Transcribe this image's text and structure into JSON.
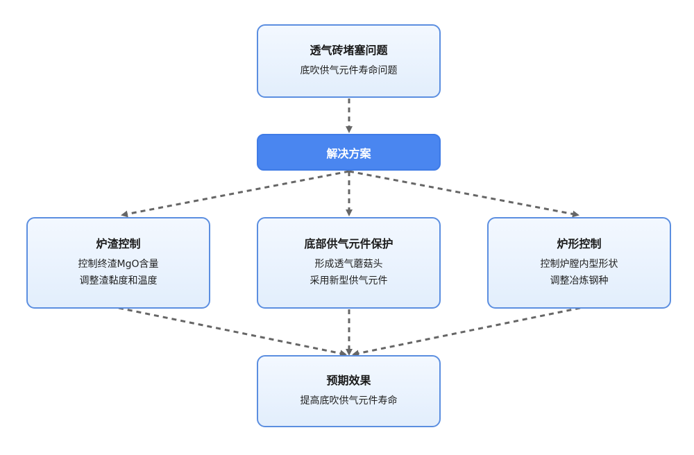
{
  "nodes": {
    "problem": {
      "title": "透气砖堵塞问题",
      "lines": [
        "底吹供气元件寿命问题"
      ]
    },
    "solution": {
      "title": "解决方案"
    },
    "slag": {
      "title": "炉渣控制",
      "lines": [
        "控制终渣MgO含量",
        "调整渣黏度和温度"
      ]
    },
    "bottom": {
      "title": "底部供气元件保护",
      "lines": [
        "形成透气蘑菇头",
        "采用新型供气元件"
      ]
    },
    "shape": {
      "title": "炉形控制",
      "lines": [
        "控制炉膛内型形状",
        "调整冶炼钢种"
      ]
    },
    "result": {
      "title": "预期效果",
      "lines": [
        "提高底吹供气元件寿命"
      ]
    }
  },
  "edges": [
    {
      "from": "problem",
      "to": "solution"
    },
    {
      "from": "solution",
      "to": "slag"
    },
    {
      "from": "solution",
      "to": "bottom"
    },
    {
      "from": "solution",
      "to": "shape"
    },
    {
      "from": "slag",
      "to": "result"
    },
    {
      "from": "bottom",
      "to": "result"
    },
    {
      "from": "shape",
      "to": "result"
    }
  ],
  "colors": {
    "node_border": "#5b8ee0",
    "solution_fill": "#4a86f0",
    "edge": "#666666"
  }
}
